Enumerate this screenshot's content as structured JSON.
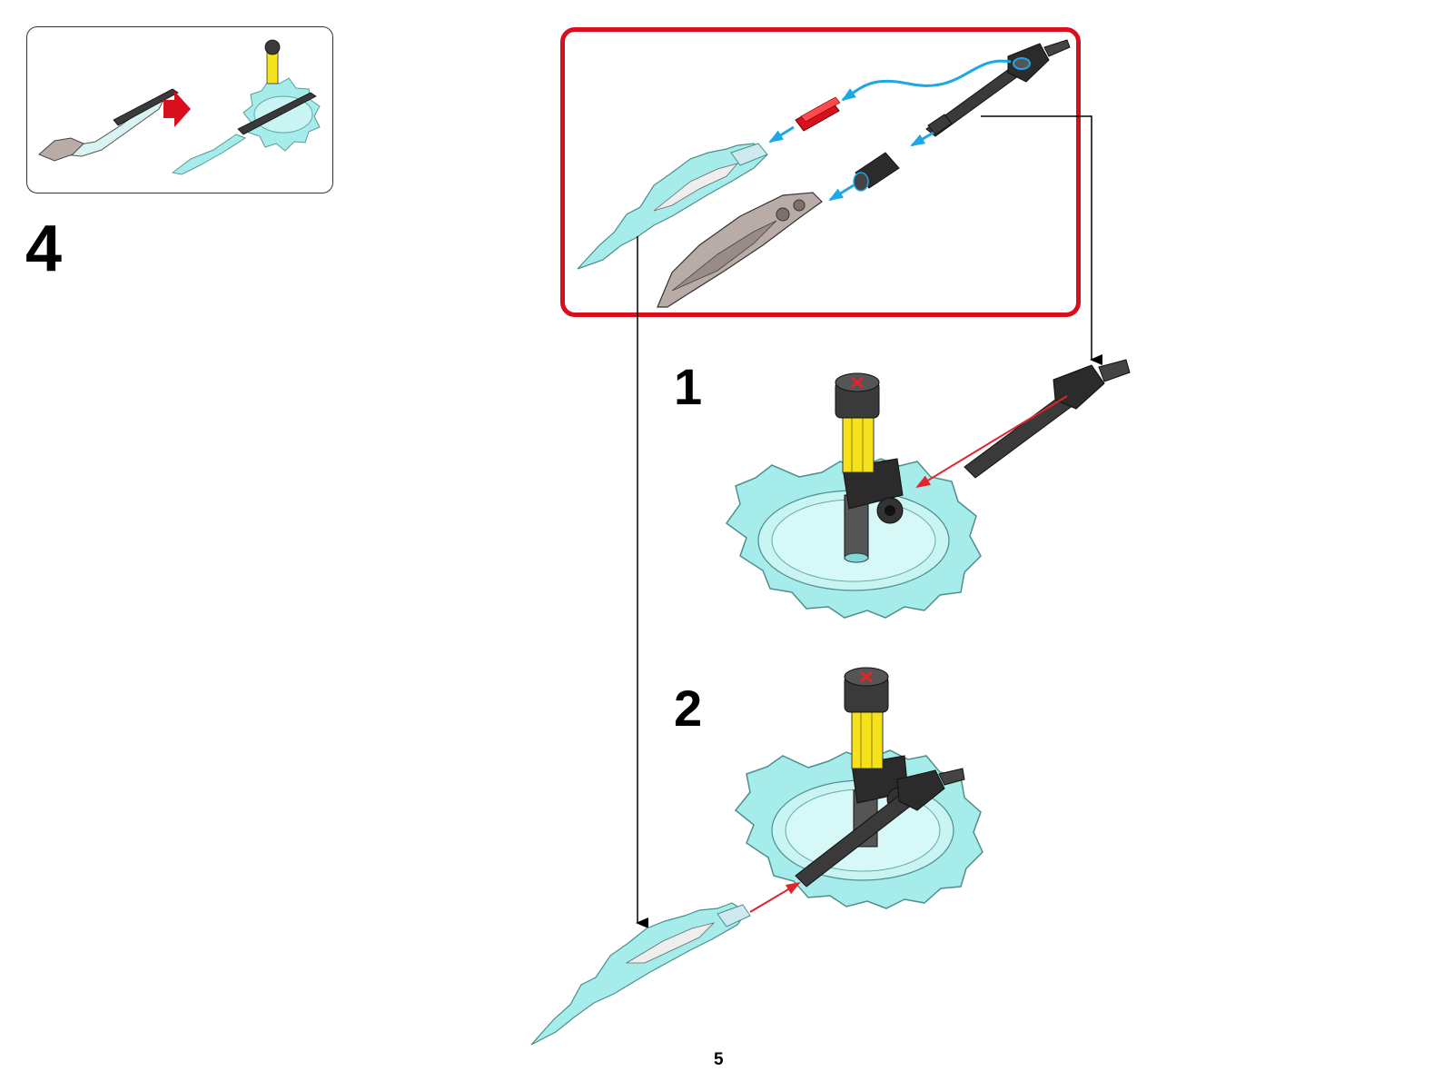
{
  "step": {
    "main_number": "4"
  },
  "sub_steps": [
    {
      "number": "1"
    },
    {
      "number": "2"
    }
  ],
  "footer": {
    "page_number": "5"
  },
  "colors": {
    "callout_border": "#d8101d",
    "arrow_red": "#e0252b",
    "arrow_blue": "#1ea7e6",
    "trans_light_blue": "#a6ecea",
    "yellow_axle": "#f5e21b",
    "dark_grey": "#3a3a3a",
    "sand_grey": "#b9aba6",
    "red_brick": "#d8101d"
  },
  "icons": {
    "proceed_arrow": "red-right-arrow-icon",
    "callout_arrow": "blue-curved-arrow-icon",
    "attach_arrow": "red-straight-arrow-icon"
  }
}
